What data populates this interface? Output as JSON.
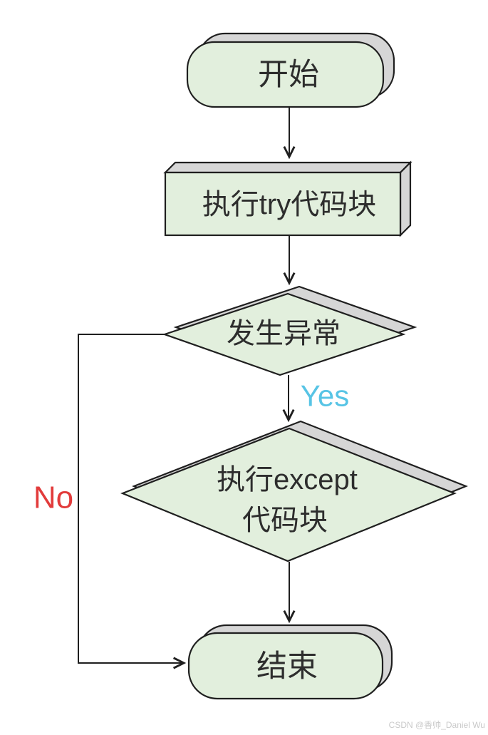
{
  "flowchart": {
    "colors": {
      "node_fill": "#e2efdd",
      "node_side": "#d6d6d6",
      "outline": "#1f1f1f",
      "text": "#2d2d2d",
      "yes_label": "#57c4e5",
      "no_label": "#e23b3b",
      "watermark": "#c9c9c9"
    },
    "nodes": {
      "start": {
        "type": "terminator",
        "label": "开始"
      },
      "try_block": {
        "type": "process",
        "label": "执行try代码块"
      },
      "exception_check": {
        "type": "decision",
        "label": "发生异常"
      },
      "except_block": {
        "type": "decision",
        "label_line1": "执行except",
        "label_line2": "代码块"
      },
      "end": {
        "type": "terminator",
        "label": "结束"
      }
    },
    "edge_labels": {
      "yes": "Yes",
      "no": "No"
    }
  },
  "watermark": {
    "text": "CSDN @香帅_Daniel Wu"
  }
}
